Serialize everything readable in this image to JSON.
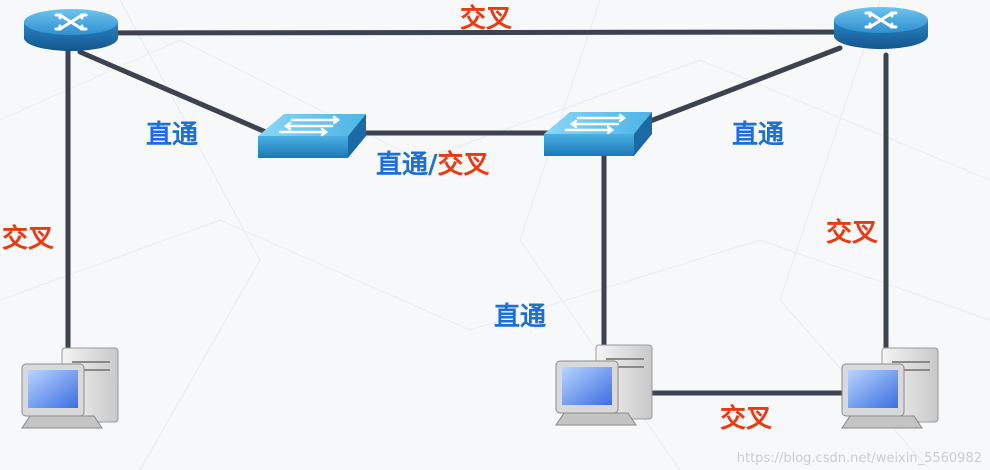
{
  "labels": {
    "top_link": "交叉",
    "router_left_to_switch_left": "直通",
    "switch_to_switch_straight": "直通/",
    "switch_to_switch_cross": "交叉",
    "router_right_to_switch_right": "直通",
    "router_left_to_pc_left": "交叉",
    "switch_right_to_pc_middle": "直通",
    "router_right_to_pc_right": "交叉",
    "pc_middle_to_pc_right": "交叉"
  },
  "watermark": "https://blog.csdn.net/weixin_5560982",
  "colors": {
    "straight_label": "#1e6fd2",
    "cross_label": "#ea3a12",
    "cable": "#3c4250",
    "device_blue": "#2f8fd0"
  },
  "devices": {
    "routers": [
      "router-left",
      "router-right"
    ],
    "switches": [
      "switch-left",
      "switch-right"
    ],
    "pcs": [
      "pc-left",
      "pc-middle",
      "pc-right"
    ]
  }
}
